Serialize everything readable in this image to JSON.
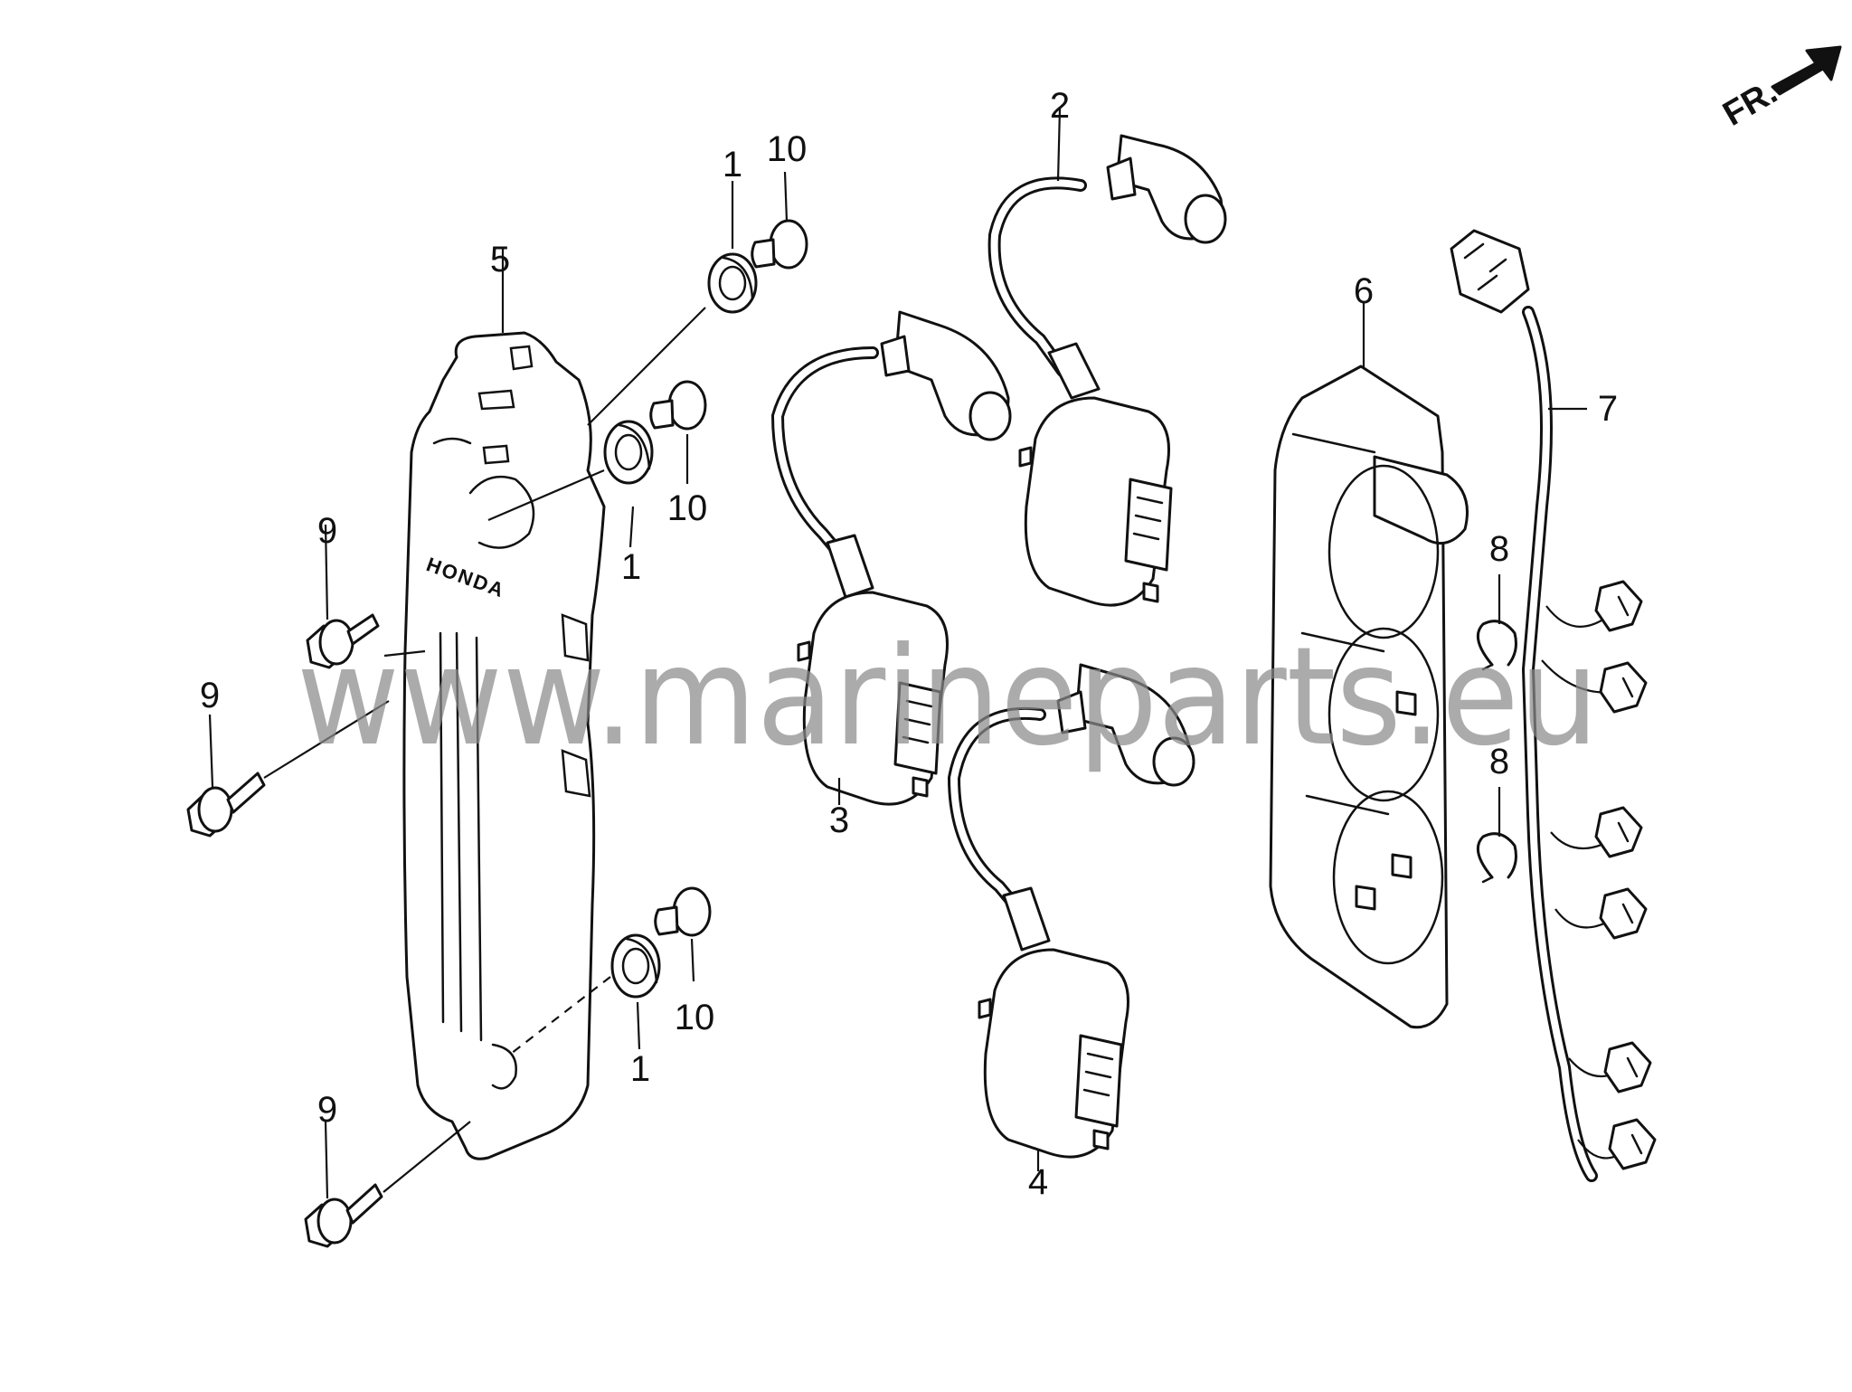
{
  "diagram": {
    "callouts": {
      "c1a": "1",
      "c1b": "1",
      "c1c": "1",
      "c2": "2",
      "c3": "3",
      "c4": "4",
      "c5": "5",
      "c6": "6",
      "c7": "7",
      "c8a": "8",
      "c8b": "8",
      "c9a": "9",
      "c9b": "9",
      "c9c": "9",
      "c10a": "10",
      "c10b": "10",
      "c10c": "10"
    },
    "direction_arrow": "FR.",
    "cover_logo": "HONDA",
    "watermark": "www.marineparts.eu"
  }
}
